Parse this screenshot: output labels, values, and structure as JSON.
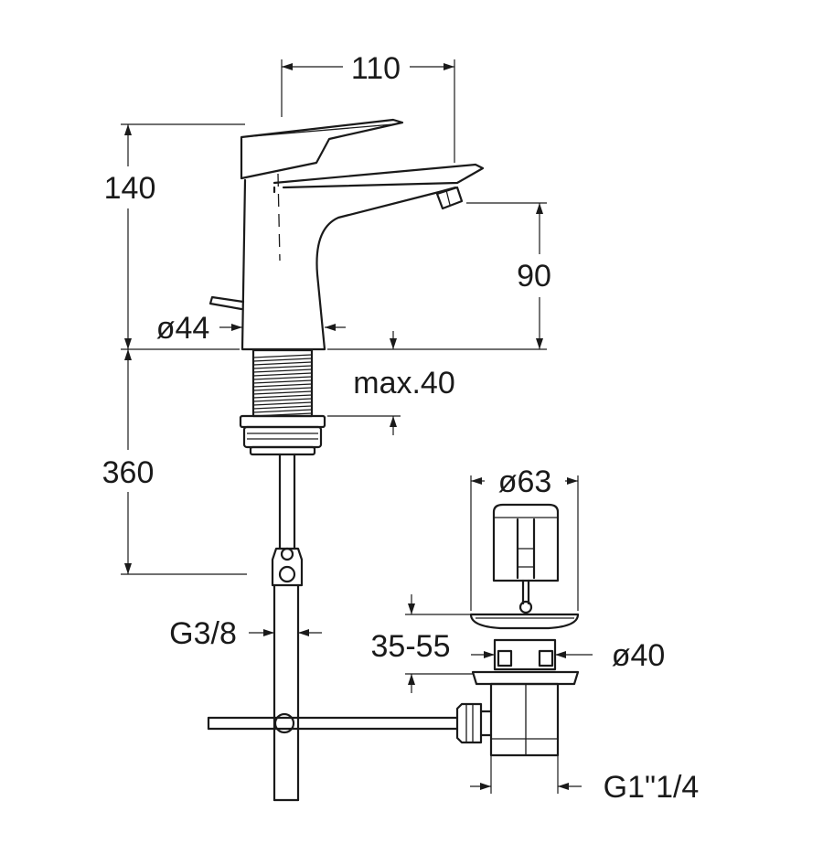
{
  "dimensions": {
    "width_spout": "110",
    "height_body": "140",
    "height_spout": "90",
    "body_diameter": "ø44",
    "max_thickness": "max.40",
    "hose_length": "360",
    "connection": "G3/8",
    "plug_diameter": "ø63",
    "waste_range": "35-55",
    "waste_diameter": "ø40",
    "waste_thread": "G1\"1/4"
  },
  "colors": {
    "line": "#1a1a1a",
    "background": "#ffffff"
  }
}
